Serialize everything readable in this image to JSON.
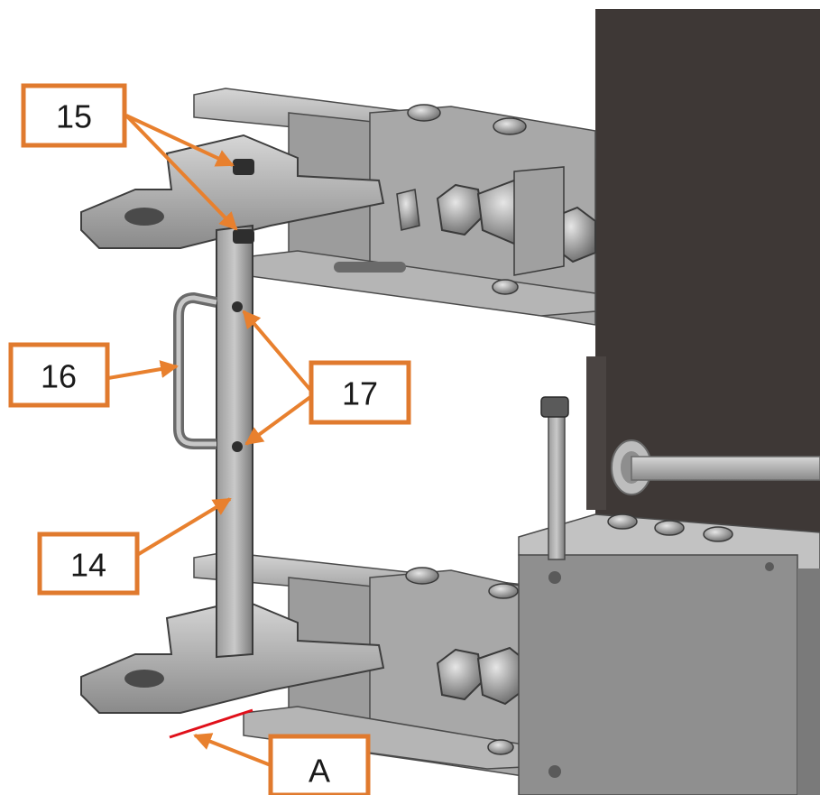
{
  "callouts": [
    {
      "id": "15",
      "label": "15"
    },
    {
      "id": "16",
      "label": "16"
    },
    {
      "id": "17",
      "label": "17"
    },
    {
      "id": "14",
      "label": "14"
    },
    {
      "id": "A",
      "label": "A"
    }
  ],
  "colors": {
    "callout_border": "#E07A2E",
    "leader_arrow": "#E8802E",
    "section_line": "#E0101A",
    "dark_panel": "#3E3836",
    "steel_light": "#BDBDBD",
    "steel_mid": "#8E8E8E",
    "steel_dark": "#5A5A5A"
  }
}
